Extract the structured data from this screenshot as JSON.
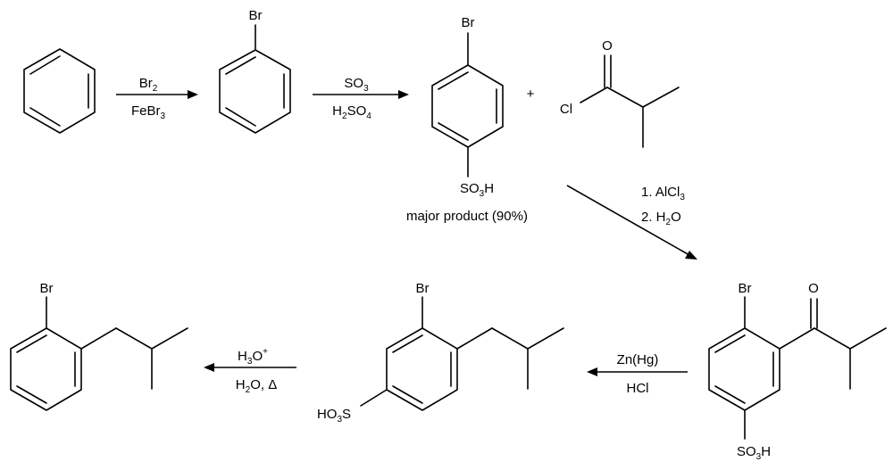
{
  "step1": {
    "reagent_top": {
      "base": "Br",
      "sub": "2"
    },
    "reagent_bottom": {
      "base": "FeBr",
      "sub": "3"
    }
  },
  "bromobenzene": {
    "br": "Br"
  },
  "step2": {
    "reagent_top": {
      "base": "SO",
      "sub": "3"
    },
    "reagent_bottom": {
      "a": "H",
      "sub1": "2",
      "b": "SO",
      "sub2": "4"
    }
  },
  "sulfonic_acid": {
    "br": "Br",
    "so3h": {
      "a": "SO",
      "sub": "3",
      "b": "H"
    },
    "caption": "major product (90%)"
  },
  "plus": "+",
  "acyl_chloride": {
    "o": "O",
    "cl": "Cl"
  },
  "step3": {
    "line1": "1. AlCl",
    "line1_sub": "3",
    "line2": "2. H",
    "line2_sub": "2",
    "line2_end": "O"
  },
  "ketone": {
    "br": "Br",
    "o": "O",
    "so3h": {
      "a": "SO",
      "sub": "3",
      "b": "H"
    }
  },
  "step4": {
    "top": "Zn(Hg)",
    "bottom": "HCl"
  },
  "alkyl_sulfonic": {
    "br": "Br",
    "ho3s": {
      "a": "HO",
      "sub": "3",
      "b": "S"
    }
  },
  "step5": {
    "top": {
      "a": "H",
      "sub": "3",
      "b": "O",
      "sup": "+"
    },
    "bottom": {
      "a": "H",
      "sub": "2",
      "b": "O, Δ"
    }
  },
  "final": {
    "br": "Br"
  }
}
